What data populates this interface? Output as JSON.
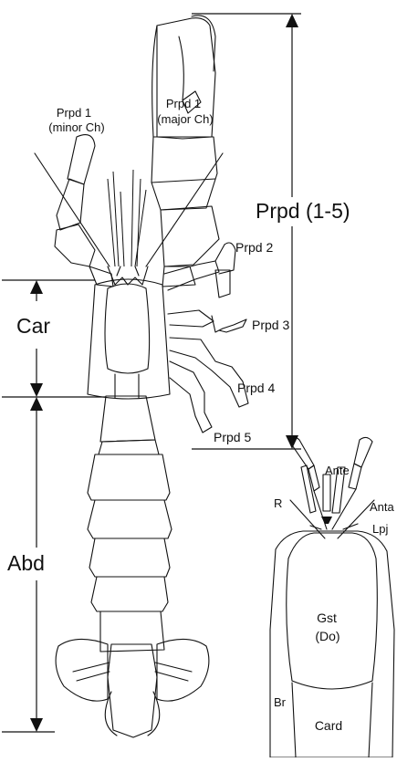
{
  "labels": {
    "prpd1_minor_line1": "Prpd 1",
    "prpd1_minor_line2": "(minor Ch)",
    "prpd1_major_line1": "Prpd 1",
    "prpd1_major_line2": "(major Ch)",
    "prpd_range": "Prpd (1-5)",
    "prpd2": "Prpd 2",
    "prpd3": "Prpd 3",
    "prpd4": "Prpd 4",
    "prpd5": "Prpd 5",
    "car": "Car",
    "abd": "Abd",
    "ante": "Ante",
    "anta": "Anta",
    "r": "R",
    "lpj": "Lpj",
    "gst": "Gst",
    "do": "(Do)",
    "br": "Br",
    "card": "Card"
  }
}
